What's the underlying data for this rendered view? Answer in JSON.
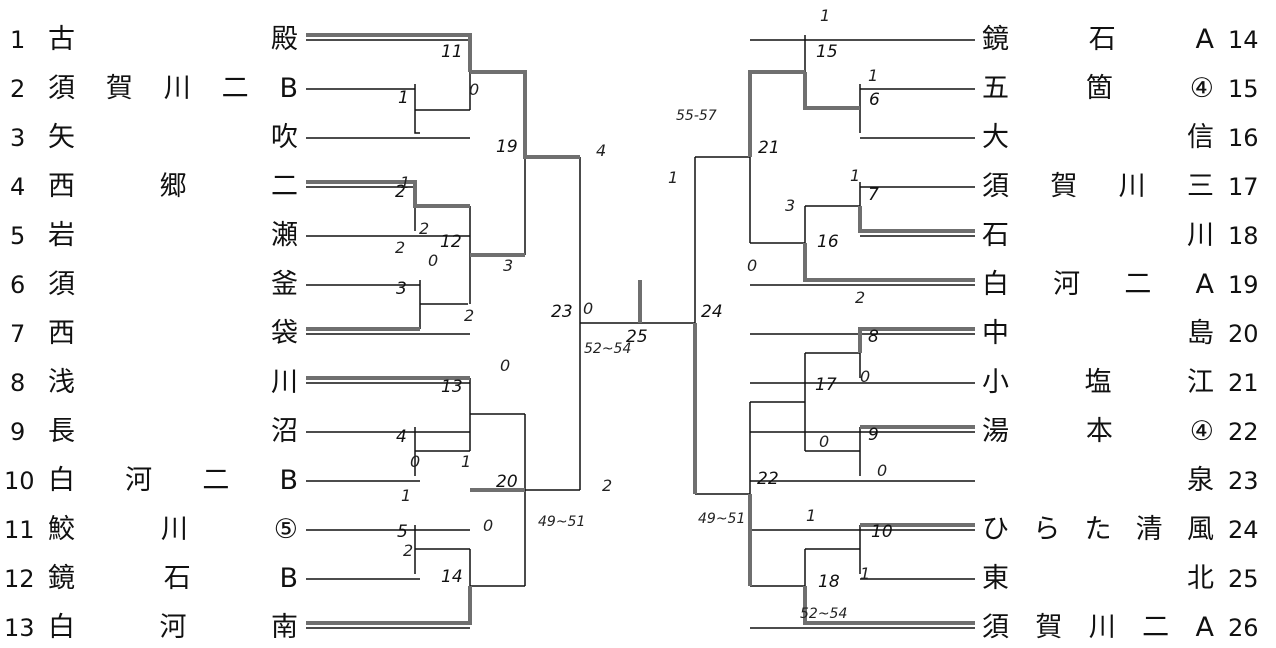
{
  "left_teams": [
    {
      "seed": "1",
      "chars": [
        "古",
        "殿"
      ]
    },
    {
      "seed": "2",
      "chars": [
        "須",
        "賀",
        "川",
        "二",
        "B"
      ]
    },
    {
      "seed": "3",
      "chars": [
        "矢",
        "吹"
      ]
    },
    {
      "seed": "4",
      "chars": [
        "西",
        "郷",
        "二"
      ]
    },
    {
      "seed": "5",
      "chars": [
        "岩",
        "瀬"
      ]
    },
    {
      "seed": "6",
      "chars": [
        "須",
        "釜"
      ]
    },
    {
      "seed": "7",
      "chars": [
        "西",
        "袋"
      ]
    },
    {
      "seed": "8",
      "chars": [
        "浅",
        "川"
      ]
    },
    {
      "seed": "9",
      "chars": [
        "長",
        "沼"
      ]
    },
    {
      "seed": "10",
      "chars": [
        "白",
        "河",
        "二",
        "B"
      ]
    },
    {
      "seed": "11",
      "chars": [
        "鮫",
        "川",
        "⑤"
      ]
    },
    {
      "seed": "12",
      "chars": [
        "鏡",
        "石",
        "B"
      ]
    },
    {
      "seed": "13",
      "chars": [
        "白",
        "河",
        "南"
      ]
    }
  ],
  "right_teams": [
    {
      "seed": "14",
      "chars": [
        "鏡",
        "石",
        "A"
      ]
    },
    {
      "seed": "15",
      "chars": [
        "五",
        "箇",
        "④"
      ]
    },
    {
      "seed": "16",
      "chars": [
        "大",
        "信"
      ]
    },
    {
      "seed": "17",
      "chars": [
        "須",
        "賀",
        "川",
        "三"
      ]
    },
    {
      "seed": "18",
      "chars": [
        "石",
        "川"
      ]
    },
    {
      "seed": "19",
      "chars": [
        "白",
        "河",
        "二",
        "A"
      ]
    },
    {
      "seed": "20",
      "chars": [
        "中",
        "島"
      ]
    },
    {
      "seed": "21",
      "chars": [
        "小",
        "塩",
        "江"
      ]
    },
    {
      "seed": "22",
      "chars": [
        "湯",
        "本",
        "④"
      ]
    },
    {
      "seed": "23",
      "chars": [
        "泉"
      ]
    },
    {
      "seed": "24",
      "chars": [
        "ひ",
        "ら",
        "た",
        "清",
        "風"
      ]
    },
    {
      "seed": "25",
      "chars": [
        "東",
        "北"
      ]
    },
    {
      "seed": "26",
      "chars": [
        "須",
        "賀",
        "川",
        "二",
        "A"
      ]
    }
  ],
  "match_numbers": [
    "1",
    "2",
    "3",
    "4",
    "5",
    "6",
    "7",
    "8",
    "9",
    "10",
    "11",
    "12",
    "13",
    "14",
    "15",
    "16",
    "17",
    "18",
    "19",
    "20",
    "21",
    "22",
    "23",
    "24",
    "25"
  ],
  "handwritten_scores": [
    "0",
    "1",
    "2",
    "3",
    "4",
    "0",
    "1",
    "0",
    "2",
    "2",
    "2",
    "0",
    "0",
    "1",
    "1",
    "1",
    "1",
    "3",
    "0",
    "1",
    "0",
    "2",
    "0",
    "0",
    "1",
    "1",
    "2",
    "0"
  ],
  "handwritten_notes": [
    "55-57",
    "52~54",
    "49~51",
    "49~51",
    "52~54"
  ],
  "colors": {
    "line": "#111111",
    "winner_line": "#6f6f6f"
  }
}
